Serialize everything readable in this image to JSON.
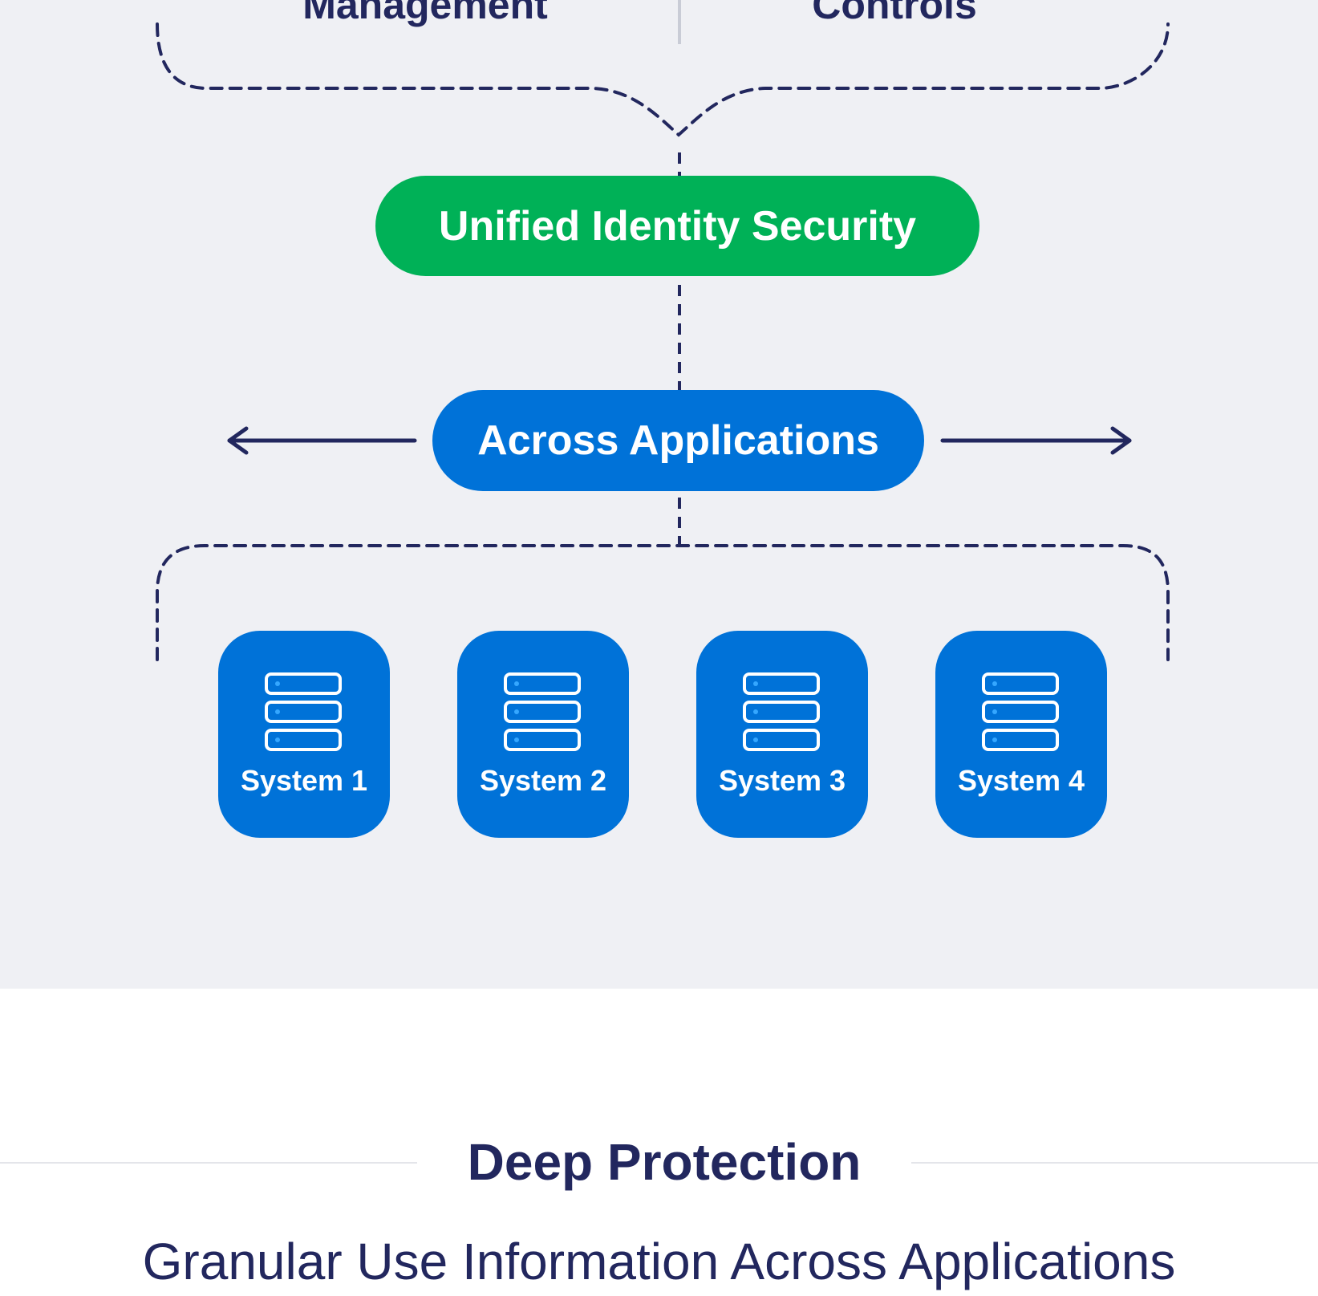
{
  "diagram": {
    "top_labels": {
      "left": "Management",
      "right": "Controls"
    },
    "core_node": "Unified Identity Security",
    "spread_node": "Across Applications",
    "systems": [
      {
        "label": "System 1",
        "icon": "server-icon"
      },
      {
        "label": "System 2",
        "icon": "server-icon"
      },
      {
        "label": "System 3",
        "icon": "server-icon"
      },
      {
        "label": "System 4",
        "icon": "server-icon"
      }
    ],
    "arrows": [
      "arrow-left-icon",
      "arrow-right-icon"
    ]
  },
  "caption": {
    "title": "Deep Protection",
    "subtitle": "Granular Use Information Across Applications"
  },
  "colors": {
    "panel_background": "#eff0f4",
    "navy": "#22275e",
    "green": "#00b157",
    "blue": "#0072d8",
    "divider": "#c9ccd6",
    "led": "#35a7ff"
  }
}
